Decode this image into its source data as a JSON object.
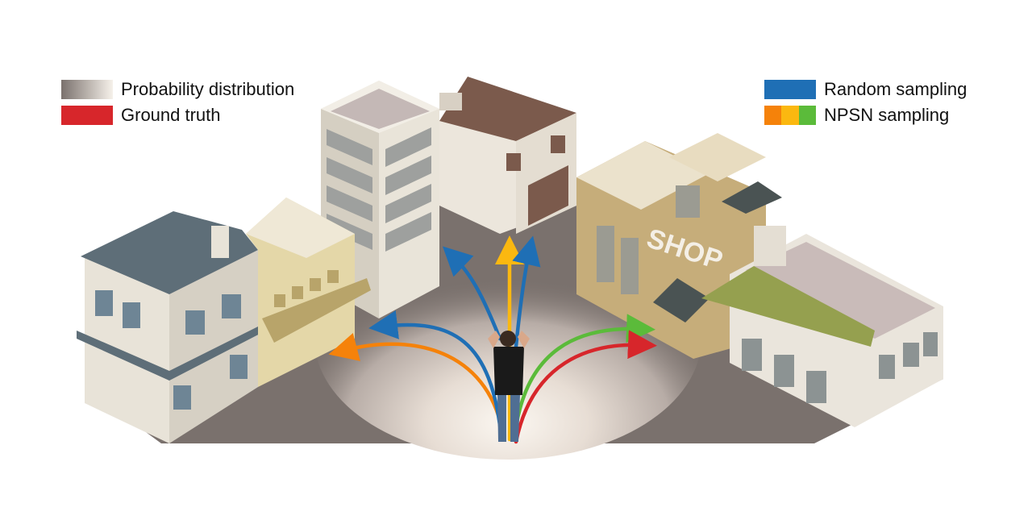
{
  "legend_left": [
    {
      "label": "Probability distribution",
      "swatch": [
        "#7a716d",
        "#f6f1ea"
      ]
    },
    {
      "label": "Ground truth",
      "swatch": [
        "#d7262b"
      ]
    }
  ],
  "legend_right": [
    {
      "label": "Random sampling",
      "swatch": [
        "#1f6fb5"
      ]
    },
    {
      "label": "NPSN sampling",
      "swatch": [
        "#f5820a",
        "#fbb810",
        "#5bbb3a"
      ]
    }
  ],
  "shop_sign": "SHOP",
  "colors": {
    "ground": "#7a716d",
    "ground_truth": "#d7262b",
    "random": "#1f6fb5",
    "npsn_orange": "#f5820a",
    "npsn_yellow": "#fbb810",
    "npsn_green": "#5bbb3a"
  }
}
